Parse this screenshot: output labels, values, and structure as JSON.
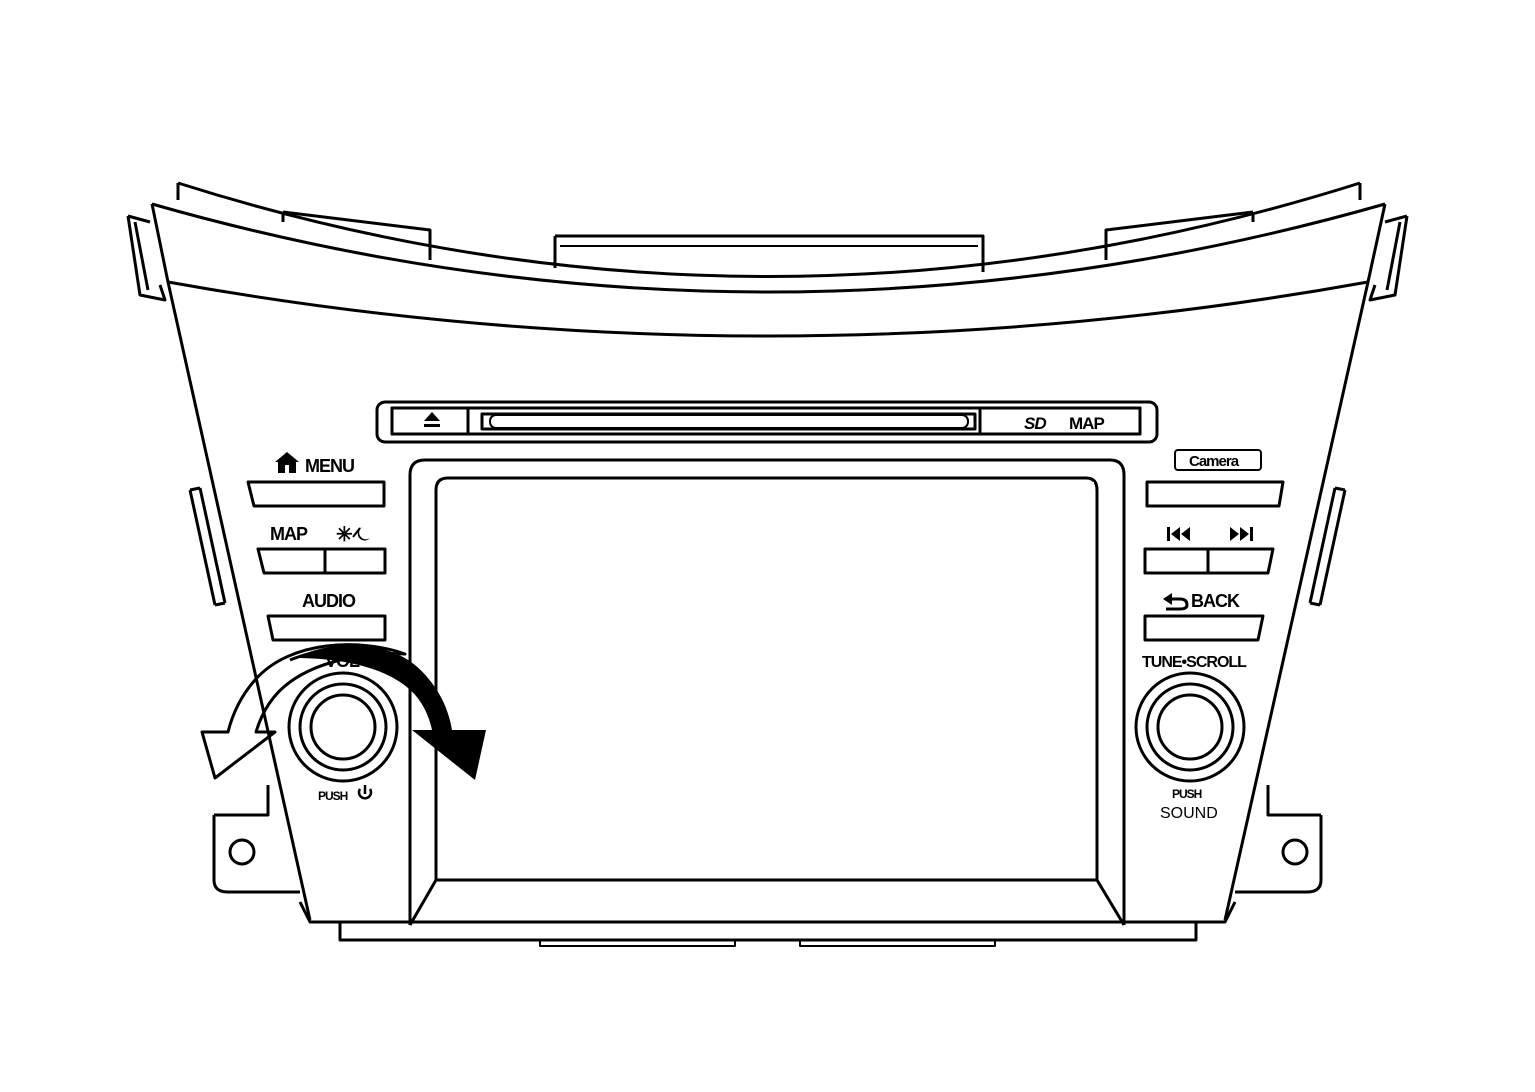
{
  "labels": {
    "menu": "MENU",
    "map": "MAP",
    "audio": "AUDIO",
    "vol": "VOL",
    "push_power": "PUSH",
    "camera": "Camera",
    "back": "BACK",
    "tune_scroll": "TUNE•SCROLL",
    "push_sound_top": "PUSH",
    "push_sound_bottom": "SOUND",
    "sd_logo": "SD",
    "sd_map": "MAP"
  },
  "icons": {
    "eject": "eject-icon",
    "home": "home-icon",
    "day_night": "day-night-icon",
    "prev_track": "previous-track-icon",
    "next_track": "next-track-icon",
    "back": "back-arrow-icon",
    "power": "power-icon",
    "rotate_ccw": "rotate-counterclockwise-arrow-icon",
    "rotate_cw": "rotate-clockwise-arrow-icon"
  }
}
